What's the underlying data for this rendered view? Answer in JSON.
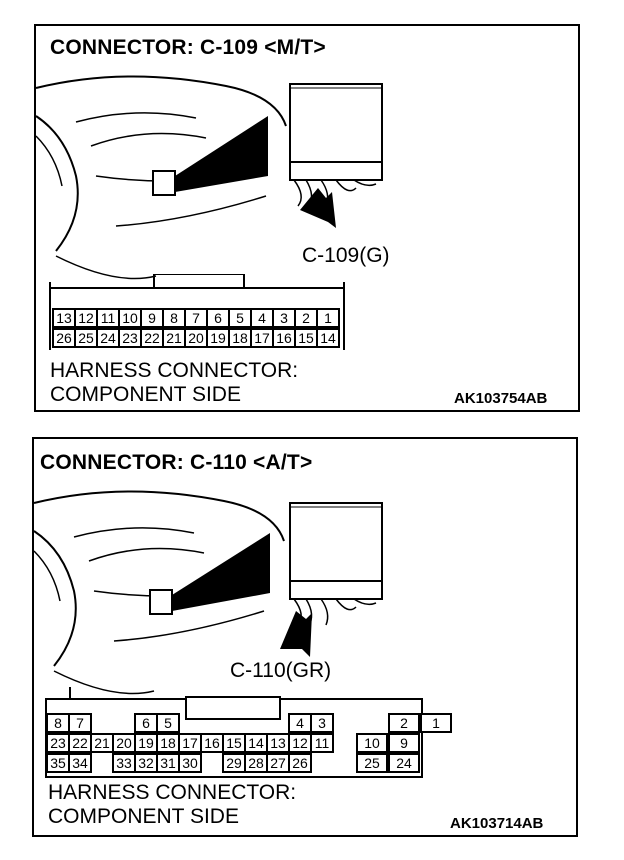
{
  "connector1": {
    "title": "CONNECTOR: C-109 <M/T>",
    "callout": "C-109(G)",
    "harness_line1": "HARNESS CONNECTOR:",
    "harness_line2": "COMPONENT SIDE",
    "code": "AK103754AB",
    "pins_top": [
      "13",
      "12",
      "11",
      "10",
      "9",
      "8",
      "7",
      "6",
      "5",
      "4",
      "3",
      "2",
      "1"
    ],
    "pins_bottom": [
      "26",
      "25",
      "24",
      "23",
      "22",
      "21",
      "20",
      "19",
      "18",
      "17",
      "16",
      "15",
      "14"
    ]
  },
  "connector2": {
    "title": "CONNECTOR: C-110 <A/T>",
    "callout": "C-110(GR)",
    "harness_line1": "HARNESS CONNECTOR:",
    "harness_line2": "COMPONENT SIDE",
    "code": "AK103714AB",
    "pins_row1": [
      "8",
      "7",
      "6",
      "5",
      "4",
      "3",
      "2",
      "1"
    ],
    "pins_row2": [
      "23",
      "22",
      "21",
      "20",
      "19",
      "18",
      "17",
      "16",
      "15",
      "14",
      "13",
      "12",
      "11",
      "10",
      "9"
    ],
    "pins_row3": [
      "35",
      "34",
      "33",
      "32",
      "31",
      "30",
      "29",
      "28",
      "27",
      "26",
      "25",
      "24"
    ]
  }
}
